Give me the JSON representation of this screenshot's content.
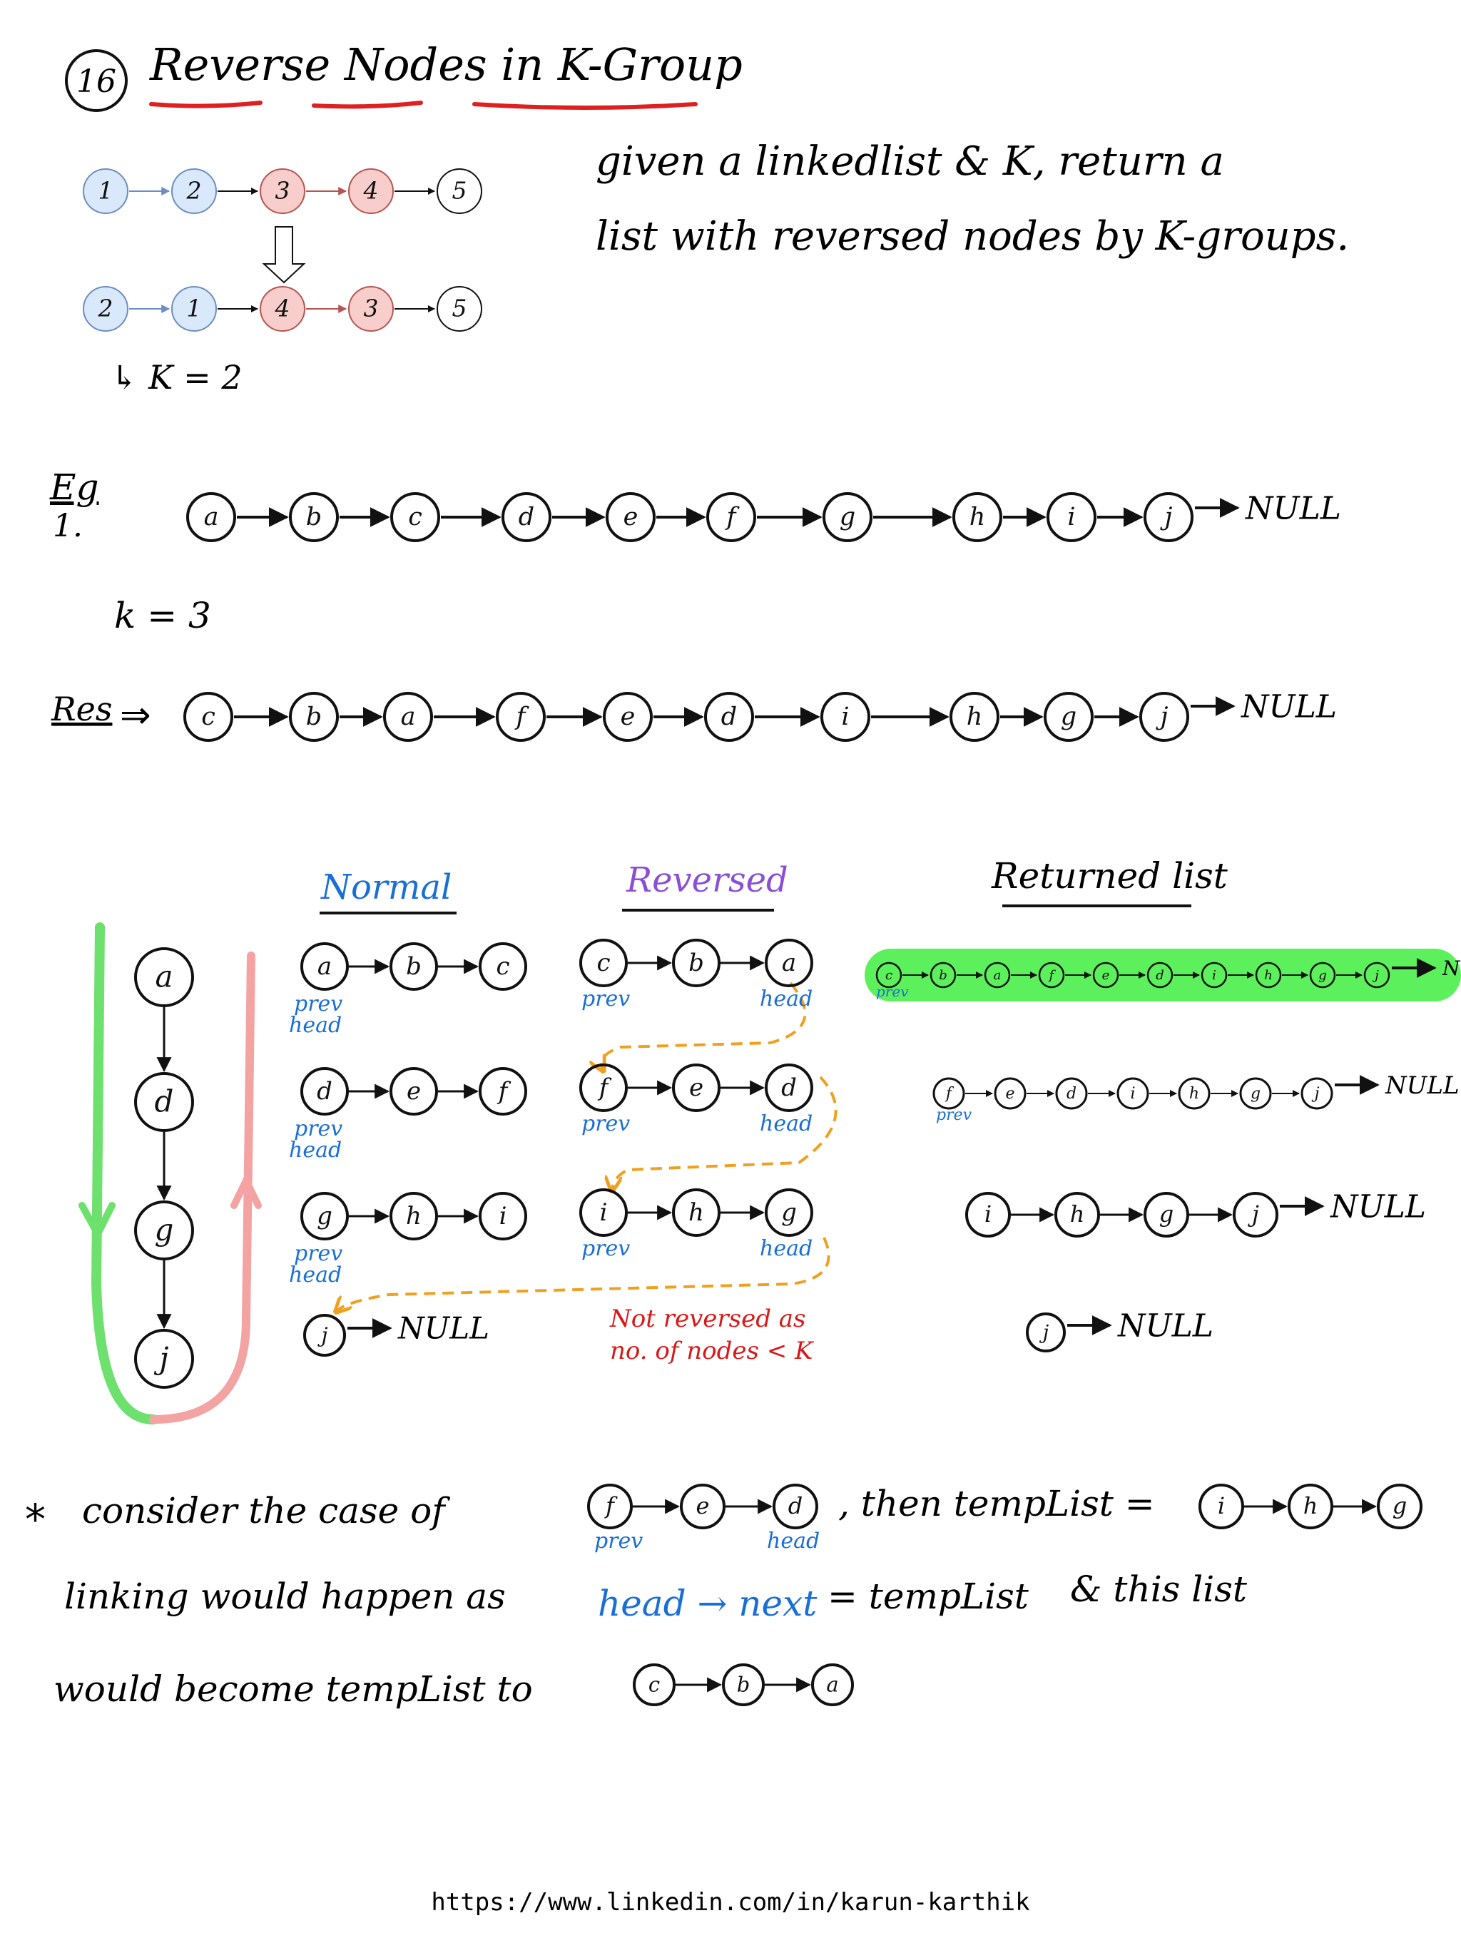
{
  "title": {
    "number": "16",
    "text": "Reverse Nodes in K-Group"
  },
  "intro": {
    "line1": "given a linkedlist & K, return a",
    "line2": "list with reversed nodes by K-groups."
  },
  "example_figure": {
    "top": [
      "1",
      "2",
      "3",
      "4",
      "5"
    ],
    "bottom": [
      "2",
      "1",
      "4",
      "3",
      "5"
    ],
    "caption": "↳ K = 2"
  },
  "example": {
    "label": "Eg",
    "label_num": "1.",
    "input": [
      "a",
      "b",
      "c",
      "d",
      "e",
      "f",
      "g",
      "h",
      "i",
      "j"
    ],
    "null": "NULL",
    "k_text": "k = 3",
    "res_label": "Res",
    "arrow": "⇒",
    "output": [
      "c",
      "b",
      "a",
      "f",
      "e",
      "d",
      "i",
      "h",
      "g",
      "j"
    ]
  },
  "columns": {
    "normal": "Normal",
    "reversed": "Reversed",
    "returned": "Returned list"
  },
  "vertical": [
    "a",
    "d",
    "g",
    "j"
  ],
  "normal": [
    [
      "a",
      "b",
      "c"
    ],
    [
      "d",
      "e",
      "f"
    ],
    [
      "g",
      "h",
      "i"
    ],
    [
      "j"
    ]
  ],
  "reversed": [
    [
      "c",
      "b",
      "a"
    ],
    [
      "f",
      "e",
      "d"
    ],
    [
      "i",
      "h",
      "g"
    ]
  ],
  "returned": [
    [
      "c",
      "b",
      "a",
      "f",
      "e",
      "d",
      "i",
      "h",
      "g",
      "j"
    ],
    [
      "f",
      "e",
      "d",
      "i",
      "h",
      "g",
      "j"
    ],
    [
      "i",
      "h",
      "g",
      "j"
    ],
    [
      "j"
    ]
  ],
  "labels": {
    "prev": "prev",
    "head": "head"
  },
  "not_reversed": {
    "line1": "Not reversed as",
    "line2": "no. of nodes < K"
  },
  "bottom": {
    "star": "*",
    "consider": "consider the case of",
    "case_nodes": [
      "f",
      "e",
      "d"
    ],
    "then": ", then tempList =",
    "temp_nodes": [
      "i",
      "h",
      "g"
    ],
    "linking": "linking would happen as",
    "head_next": "head → next",
    "eq_templist": "= tempList",
    "amp_this": "& this list",
    "would_become": "would become tempList to",
    "final_nodes": [
      "c",
      "b",
      "a"
    ]
  },
  "footer": "https://www.linkedin.com/in/karun-karthik",
  "colors": {
    "ink": "#111111",
    "blue_fill": "#dae8fc",
    "blue_stroke": "#6c8ebf",
    "red_fill": "#f8cecc",
    "red_stroke": "#b85450",
    "underline_red": "#e02020",
    "blue_text": "#1a6fd6",
    "purple": "#8a4fd6",
    "orange": "#f0a020",
    "green_hl": "#5cf05c",
    "green_line": "#6ee06e",
    "pink_line": "#f4a3a3",
    "red_text": "#d81818"
  }
}
